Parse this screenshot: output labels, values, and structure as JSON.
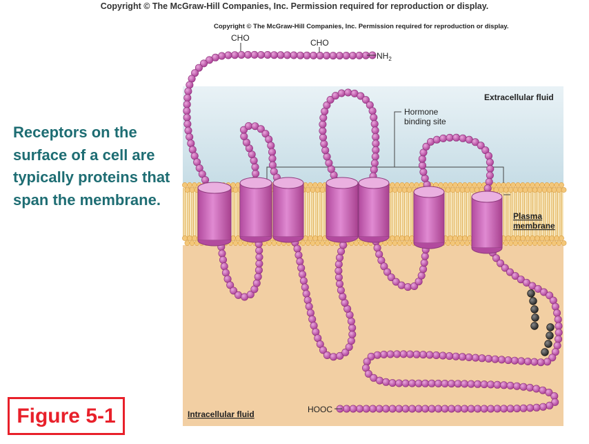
{
  "copyright": {
    "top": "Copyright © The McGraw-Hill Companies, Inc. Permission required for reproduction or display.",
    "figure": "Copyright © The McGraw-Hill Companies, Inc. Permission required for reproduction or display."
  },
  "caption": "Receptors on the surface of a cell are typically proteins that span the membrane.",
  "figure_label": "Figure 5-1",
  "labels": {
    "cho_1": "CHO",
    "cho_2": "CHO",
    "nh2": "NH",
    "nh2_sub": "2",
    "extracellular": "Extracellular fluid",
    "hormone_line1": "Hormone",
    "hormone_line2": "binding site",
    "plasma_line1": "Plasma",
    "plasma_line2": "membrane",
    "intracellular": "Intracellular fluid",
    "hooc": "HOOC"
  },
  "colors": {
    "protein_bead": "#c34fab",
    "helix": "#d470c2",
    "phosphorylated_bead": "#333333",
    "membrane_head": "#f3c77a",
    "extracellular_bg": "#d7e8ee",
    "intracellular_bg": "#f2cfa3",
    "caption": "#1e6d73",
    "figure_label": "#e8202a"
  }
}
